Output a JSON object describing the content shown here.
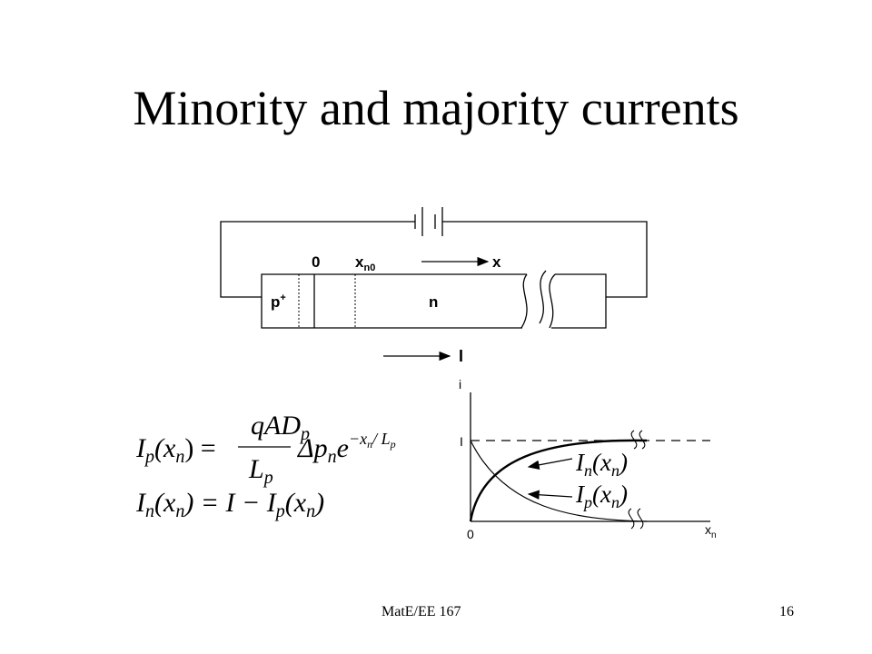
{
  "slide": {
    "title": "Minority and majority currents",
    "footer_left": "MatE/EE 167",
    "page_number": "16"
  },
  "circuit": {
    "label_zero": "0",
    "label_xn0": "x",
    "label_xn0_sub": "n0",
    "label_x": "x",
    "region_p": "p",
    "region_p_sup": "+",
    "region_n": "n",
    "current_label": "I"
  },
  "equations": {
    "eq1": {
      "lhs_I": "I",
      "lhs_sub": "p",
      "lhs_arg_open": "(x",
      "lhs_arg_sub": "n",
      "lhs_arg_close": ") =",
      "num_q": "qAD",
      "num_sub": "p",
      "den_L": "L",
      "den_sub": "p",
      "delta": "Δp",
      "delta_sub": "n",
      "exp_e": "e",
      "exp_text": "−x",
      "exp_sub_n": "n",
      "exp_slash": "/ L",
      "exp_sub_p": "p"
    },
    "eq2": {
      "lhs_I": "I",
      "lhs_sub": "n",
      "lhs_arg_open": "(x",
      "lhs_arg_sub": "n",
      "rhs_part1": ") = I − I",
      "rhs_sub": "p",
      "rhs_arg_open": "(x",
      "rhs_arg_sub": "n",
      "rhs_arg_close": ")"
    }
  },
  "graph": {
    "y_axis_label": "i",
    "y_tick_label": "I",
    "origin_label": "0",
    "x_axis_label": "x",
    "x_axis_sub": "n",
    "curve_In": {
      "I": "I",
      "sub": "n",
      "arg_open": "(x",
      "arg_sub": "n",
      "arg_close": ")"
    },
    "curve_Ip": {
      "I": "I",
      "sub": "p",
      "arg_open": "(x",
      "arg_sub": "n",
      "arg_close": ")"
    }
  }
}
